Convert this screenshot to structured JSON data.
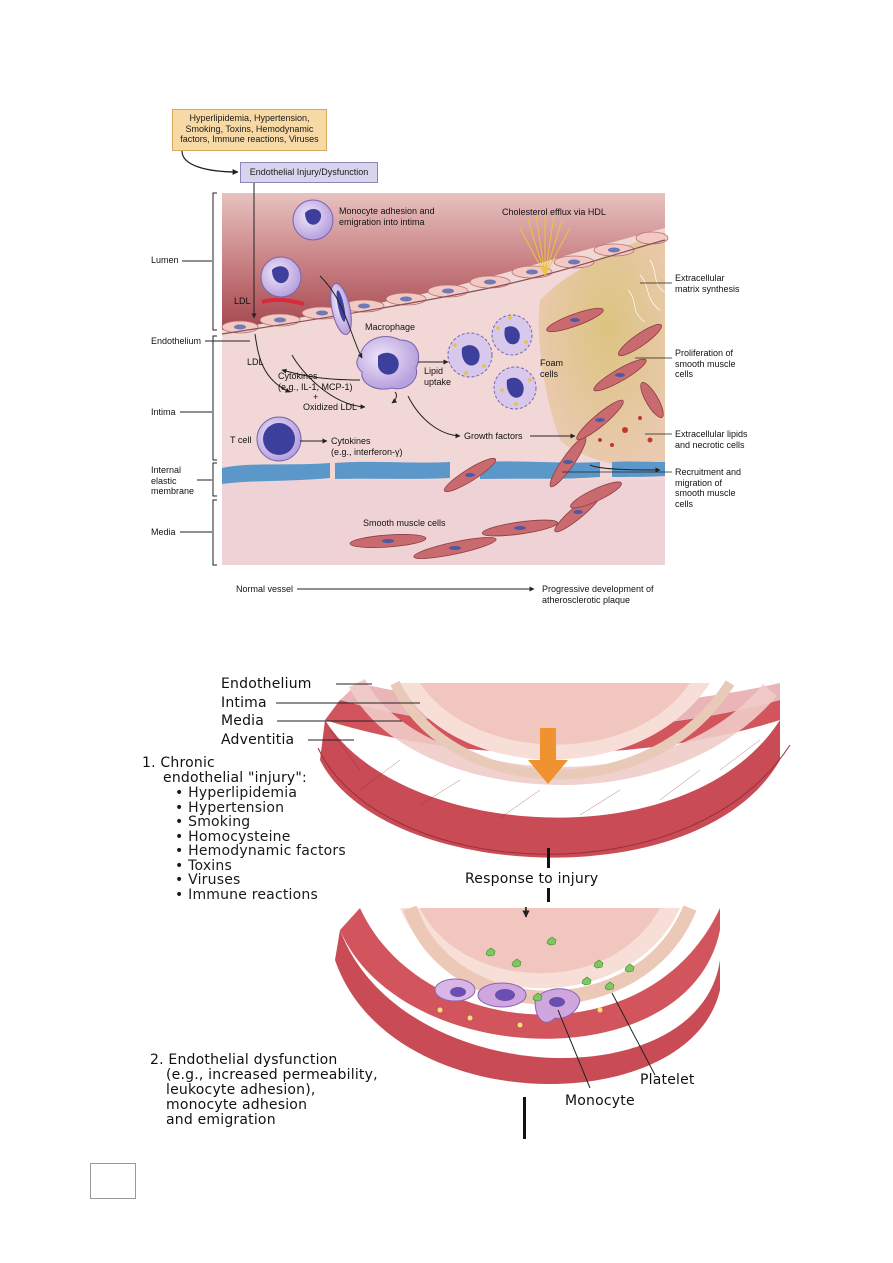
{
  "figure1": {
    "risk_factors": [
      "Hyperlipidemia, Hypertension,",
      "Smoking, Toxins, Hemodynamic",
      "factors, Immune reactions, Viruses"
    ],
    "injury_box": "Endothelial Injury/Dysfunction",
    "layer_labels": {
      "lumen": "Lumen",
      "endothelium": "Endothelium",
      "intima": "Intima",
      "internal_elastic": [
        "Internal",
        "elastic",
        "membrane"
      ],
      "media": "Media"
    },
    "annotations": {
      "monocyte": [
        "Monocyte adhesion and",
        "emigration into intima"
      ],
      "cholesterol_efflux": "Cholesterol efflux via HDL",
      "ldl_top": "LDL",
      "ldl_mid": "LDL",
      "macrophage": "Macrophage",
      "cytokines1": [
        "Cytokines",
        "(e.g., IL-1, MCP-1)"
      ],
      "plus": "+",
      "oxidized_ldl": "Oxidized LDL",
      "lipid_uptake": [
        "Lipid",
        "uptake"
      ],
      "foam_cells": [
        "Foam",
        "cells"
      ],
      "t_cell": "T cell",
      "cytokines2": [
        "Cytokines",
        "(e.g., interferon-γ)"
      ],
      "growth_factors": "Growth factors",
      "smooth_muscle": "Smooth muscle cells"
    },
    "right_labels": {
      "ecm": [
        "Extracellular",
        "matrix synthesis"
      ],
      "proliferation": [
        "Proliferation of",
        "smooth muscle",
        "cells"
      ],
      "lipids": [
        "Extracellular lipids",
        "and necrotic cells"
      ],
      "recruitment": [
        "Recruitment and",
        "migration of",
        "smooth muscle",
        "cells"
      ]
    },
    "timeline_start": "Normal vessel",
    "timeline_end": [
      "Progressive development of",
      "atherosclerotic plaque"
    ]
  },
  "figure2": {
    "layer_labels": [
      "Endothelium",
      "Intima",
      "Media",
      "Adventitia"
    ],
    "step1_title": [
      "1. Chronic",
      "endothelial \"injury\":"
    ],
    "step1_items": [
      "Hyperlipidemia",
      "Hypertension",
      "Smoking",
      "Homocysteine",
      "Hemodynamic factors",
      "Toxins",
      "Viruses",
      "Immune reactions"
    ],
    "response_label": "Response to injury",
    "step2": [
      "2. Endothelial dysfunction",
      "(e.g., increased permeability,",
      "leukocyte adhesion),",
      "monocyte adhesion",
      "and emigration"
    ],
    "platelet_label": "Platelet",
    "monocyte_label": "Monocyte"
  },
  "colors": {
    "lumen": "#b85f63",
    "intima": "#f2d6d2",
    "media": "#efd0d4",
    "elastic": "#5b97c9",
    "smooth_muscle": "#c96a6f",
    "arrow_orange": "#f0922f"
  }
}
